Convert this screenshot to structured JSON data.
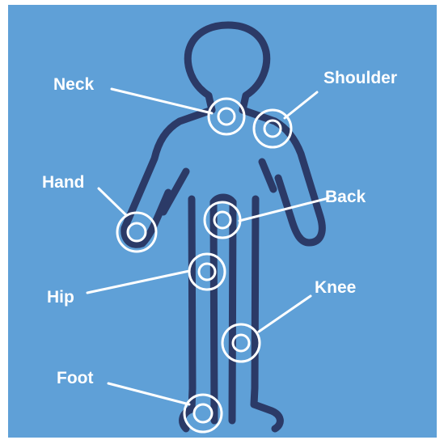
{
  "colors": {
    "background": "#5fa0d7",
    "figure_outline": "#2b3a67",
    "annotation": "#ffffff",
    "border": "#ffffff"
  },
  "labels": {
    "neck": "Neck",
    "shoulder": "Shoulder",
    "hand": "Hand",
    "back": "Back",
    "hip": "Hip",
    "knee": "Knee",
    "foot": "Foot"
  }
}
